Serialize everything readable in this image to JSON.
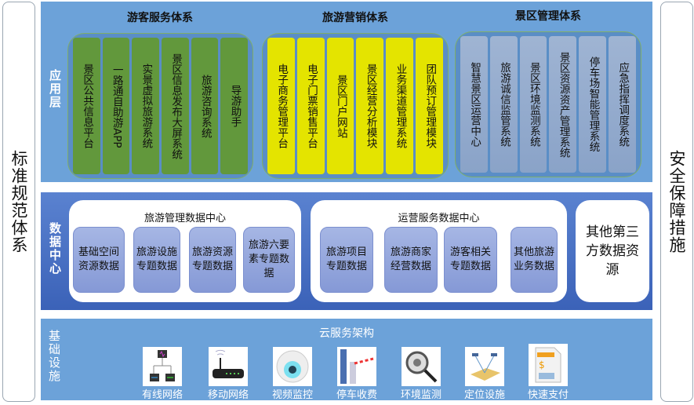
{
  "left_panel": {
    "label": "标准规范体系"
  },
  "right_panel": {
    "label": "安全保障措施"
  },
  "app_layer": {
    "label": "应用层",
    "groups": [
      {
        "title": "游客服务体系",
        "items": [
          "景区公共信息平台",
          "一路通自助游APP",
          "实景虚拟旅游系统",
          "景区信息发布大屏系统",
          "旅游咨询系统",
          "导游助手"
        ]
      },
      {
        "title": "旅游营销体系",
        "items": [
          "电子商务管理平台",
          "电子门票销售平台",
          "景区门户网站",
          "景区经营分析模块",
          "业务渠道管理系统",
          "团队预订管理模块"
        ]
      },
      {
        "title": "景区管理体系",
        "items": [
          "智慧景区运营中心",
          "旅游诚信监管系统",
          "景区环境监测系统",
          "景区资源资产管理系统",
          "停车场智能管理系统",
          "应急指挥调度系统"
        ]
      }
    ]
  },
  "data_layer": {
    "label": "数据中心",
    "centers": [
      {
        "title": "旅游管理数据中心",
        "items": [
          "基础空间资源数据",
          "旅游设施专题数据",
          "旅游资源专题数据",
          "旅游六要素专题数据"
        ]
      },
      {
        "title": "运营服务数据中心",
        "items": [
          "旅游项目专题数据",
          "旅游商家经营数据",
          "游客相关专题数据",
          "其他旅游业务数据"
        ]
      }
    ],
    "other": "其他第三方数据资源"
  },
  "infra_layer": {
    "label": "基础设施",
    "title": "云服务架构",
    "items": [
      {
        "label": "有线网络",
        "icon": "wired-network-icon"
      },
      {
        "label": "移动网络",
        "icon": "router-icon"
      },
      {
        "label": "视频监控",
        "icon": "camera-icon"
      },
      {
        "label": "停车收费",
        "icon": "parking-gate-icon"
      },
      {
        "label": "环境监测",
        "icon": "magnifier-icon"
      },
      {
        "label": "定位设施",
        "icon": "satellite-icon"
      },
      {
        "label": "快速支付",
        "icon": "payment-icon"
      }
    ]
  }
}
